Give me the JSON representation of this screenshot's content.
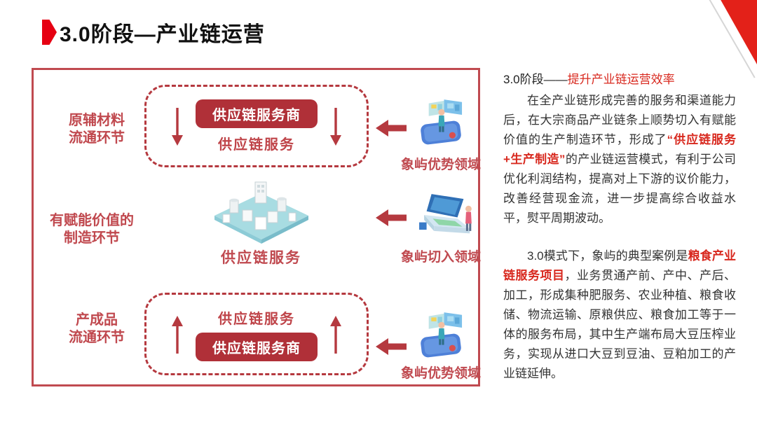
{
  "page": {
    "title": "3.0阶段—产业链运营"
  },
  "colors": {
    "accent_red": "#e60012",
    "corner_red": "#e32119",
    "crimson": "#b5393f",
    "pill_bg": "#b03038",
    "border_red": "#c04a50",
    "text_red": "#d8281e"
  },
  "diagram": {
    "rows": [
      {
        "label_line1": "原辅材料",
        "label_line2": "流通环节",
        "pill": "供应链服务商",
        "service": "供应链服务",
        "caption": "象屿优势领域"
      },
      {
        "label_line1": "有赋能价值的",
        "label_line2": "制造环节",
        "service": "供应链服务",
        "caption": "象屿切入领域"
      },
      {
        "label_line1": "产成品",
        "label_line2": "流通环节",
        "pill": "供应链服务商",
        "service": "供应链服务",
        "caption": "象屿优势领域"
      }
    ]
  },
  "article": {
    "heading_black": "3.0阶段——",
    "heading_red": "提升产业链运营效率",
    "para1_seg1": "在全产业链形成完善的服务和渠道能力后，在大宗商品产业链条上顺势切入有赋能价值的生产制造环节，形成了",
    "para1_red": "“供应链服务+生产制造”",
    "para1_seg2": "的产业链运营模式，有利于公司优化利润结构，提高对上下游的议价能力，改善经营现金流，进一步提高综合收益水平，熨平周期波动。",
    "para2_seg1": "3.0模式下，象屿的典型案例是",
    "para2_red": "粮食产业链服务项目",
    "para2_seg2": "，业务贯通产前、产中、产后、加工，形成集种肥服务、农业种植、粮食收储、物流运输、原粮供应、粮食加工等于一体的服务布局，其中生产端布局大豆压榨业务，实现从进口大豆到豆油、豆粕加工的产业链延伸。"
  }
}
